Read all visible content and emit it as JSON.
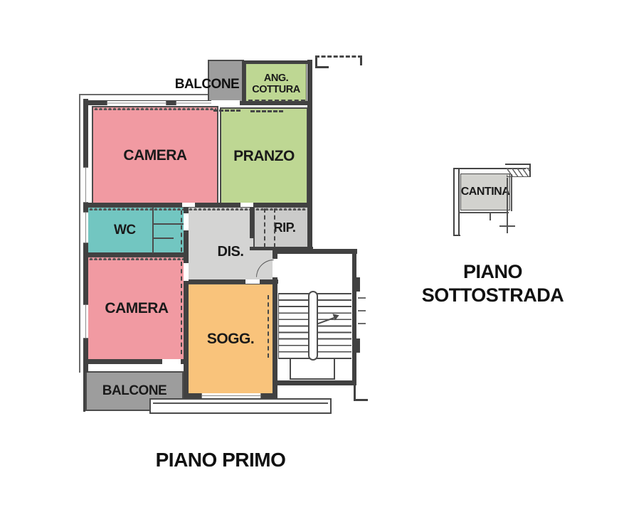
{
  "primo": {
    "caption": "PIANO PRIMO",
    "rooms": [
      {
        "id": "balcone-top",
        "label": "BALCONE",
        "color": "#9d9d9d"
      },
      {
        "id": "angolo-cottura",
        "label_line1": "ANG.",
        "label_line2": "COTTURA",
        "color": "#bed793"
      },
      {
        "id": "camera-top",
        "label": "CAMERA",
        "color": "#f19aa2"
      },
      {
        "id": "pranzo",
        "label": "PRANZO",
        "color": "#bed793"
      },
      {
        "id": "wc",
        "label": "WC",
        "color": "#72c6c1"
      },
      {
        "id": "disimpegno",
        "label": "DIS.",
        "color": "#d4d4d3"
      },
      {
        "id": "ripostiglio",
        "label": "RIP.",
        "color": "#cbcbca"
      },
      {
        "id": "camera-bottom",
        "label": "CAMERA",
        "color": "#f19aa2"
      },
      {
        "id": "soggiorno",
        "label": "SOGG.",
        "color": "#f9c37b"
      },
      {
        "id": "balcone-bottom",
        "label": "BALCONE",
        "color": "#9d9d9d"
      }
    ]
  },
  "sottostrada": {
    "caption_line1": "PIANO",
    "caption_line2": "SOTTOSTRADA",
    "rooms": [
      {
        "id": "cantina",
        "label": "CANTINA",
        "color": "#d2d2ce"
      }
    ]
  },
  "colors": {
    "wall": "#414141",
    "background": "#ffffff"
  }
}
